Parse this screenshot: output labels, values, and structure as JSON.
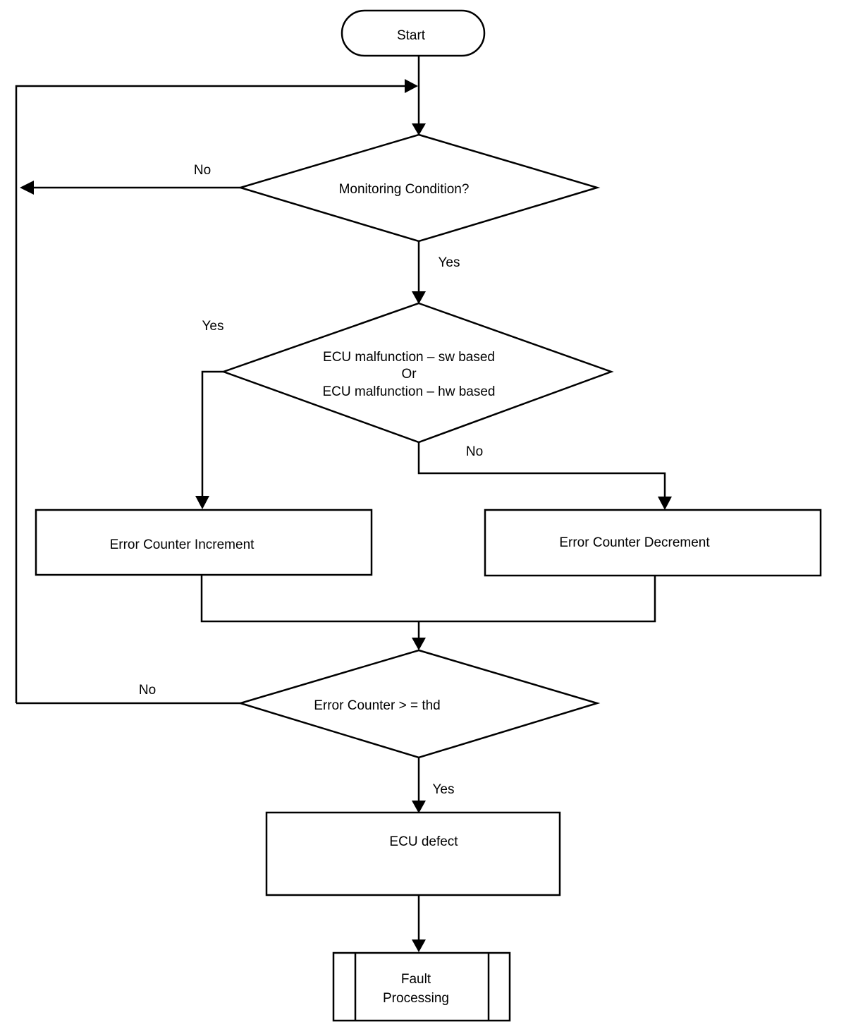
{
  "nodes": {
    "start": "Start",
    "monitoring": "Monitoring Condition?",
    "ecu_malfunction": {
      "line1": "ECU malfunction – sw based",
      "line2": "Or",
      "line3": "ECU malfunction – hw based"
    },
    "increment": "Error Counter Increment",
    "decrement": "Error Counter Decrement",
    "threshold": "Error Counter > = thd",
    "ecu_defect": "ECU defect",
    "fault_processing": {
      "line1": "Fault",
      "line2": "Processing"
    }
  },
  "edges": {
    "monitoring_no": "No",
    "monitoring_yes": "Yes",
    "malfunction_yes": "Yes",
    "malfunction_no": "No",
    "threshold_no": "No",
    "threshold_yes": "Yes"
  }
}
